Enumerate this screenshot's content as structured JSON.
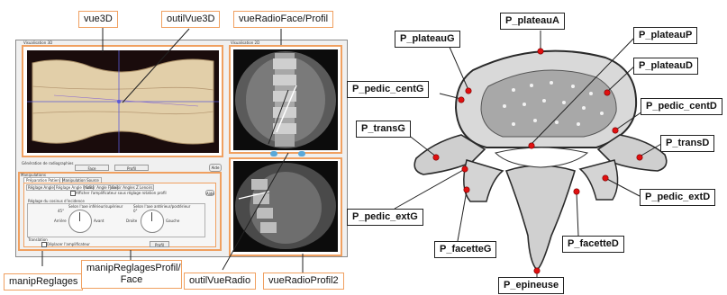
{
  "software": {
    "view3d_caption": "Visualisation 3D",
    "radio_caption": "Visualisation 2D",
    "bottom_group_caption": "Manipulations",
    "section_label": "Génération de radiographies",
    "face_button": "Face",
    "profil_button": "Profil",
    "help_button": "Aide",
    "tabs": [
      "Préparation Patient",
      "Manipulation Source"
    ],
    "subtabs": [
      "Réglage Angle Face",
      "Réglage Angle Profil",
      "Saisir Angle Face",
      "Saisir Angles Z Lenoirs"
    ],
    "checkbox_label": "Afficher l'amplificateur sous réglage rotation profil",
    "group_label": "Réglage du cosinus d'incidence",
    "dial_left_title": "Selon l'axe inférieur/supérieur",
    "dial_right_title": "Selon l'axe antérieur/postérieur",
    "dial_left_ends": [
      "Arrière",
      "Avant"
    ],
    "dial_right_ends": [
      "Droite",
      "Gauche"
    ],
    "dial_marks": [
      "45°",
      "0°"
    ],
    "translation_label": "Translation",
    "translation_checkbox": "Déplacer l'amplificateur",
    "bottom_button": "Profil"
  },
  "callouts": {
    "vue3d": "vue3D",
    "outilVue3D": "outilVue3D",
    "vueRadioFaceProfil": "vueRadioFace/Profil",
    "manipReglages": "manipReglages",
    "manipReglagesProfilFace": [
      "manipReglagesProfil/",
      "Face"
    ],
    "outilVueRadio": "outilVueRadio",
    "vueRadioProfil2": "vueRadioProfil2"
  },
  "vertebra_labels": {
    "plateauA": "P_plateauA",
    "plateauG": "P_plateauG",
    "plateauP": "P_plateauP",
    "plateauD": "P_plateauD",
    "pedicCentG": "P_pedic_centG",
    "pedicCentD": "P_pedic_centD",
    "transG": "P_transG",
    "transD": "P_transD",
    "pedicExtG": "P_pedic_extG",
    "pedicExtD": "P_pedic_extD",
    "facetteG": "P_facetteG",
    "facetteD": "P_facetteD",
    "epineuse": "P_epineuse"
  },
  "colors": {
    "callout_border": "#f0a060",
    "landmark_dot": "#e01010",
    "vertebra_label_border": "#222222"
  }
}
